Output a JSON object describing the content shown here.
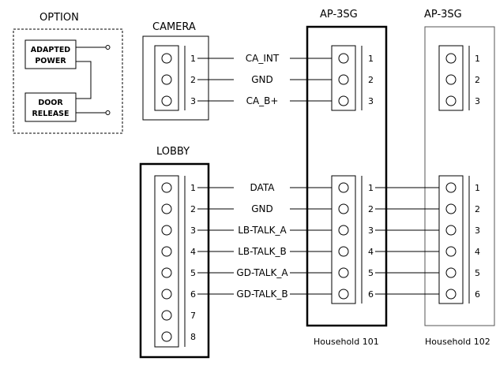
{
  "option": {
    "title": "OPTION",
    "adapted_power": [
      "ADAPTED",
      "POWER"
    ],
    "door_release": [
      "DOOR",
      "RELEASE"
    ]
  },
  "camera": {
    "title": "CAMERA",
    "pins": [
      "1",
      "2",
      "3"
    ],
    "signals": [
      "CA_INT",
      "GND",
      "CA_B+"
    ]
  },
  "lobby": {
    "title": "LOBBY",
    "pins": [
      "1",
      "2",
      "3",
      "4",
      "5",
      "6",
      "7",
      "8"
    ],
    "signals": [
      "DATA",
      "GND",
      "LB-TALK_A",
      "LB-TALK_B",
      "GD-TALK_A",
      "GD-TALK_B"
    ]
  },
  "unit1": {
    "title": "AP-3SG",
    "caption": "Household 101",
    "top_pins": [
      "1",
      "2",
      "3"
    ],
    "bottom_pins": [
      "1",
      "2",
      "3",
      "4",
      "5",
      "6"
    ]
  },
  "unit2": {
    "title": "AP-3SG",
    "caption": "Household 102",
    "top_pins": [
      "1",
      "2",
      "3"
    ],
    "bottom_pins": [
      "1",
      "2",
      "3",
      "4",
      "5",
      "6"
    ]
  }
}
